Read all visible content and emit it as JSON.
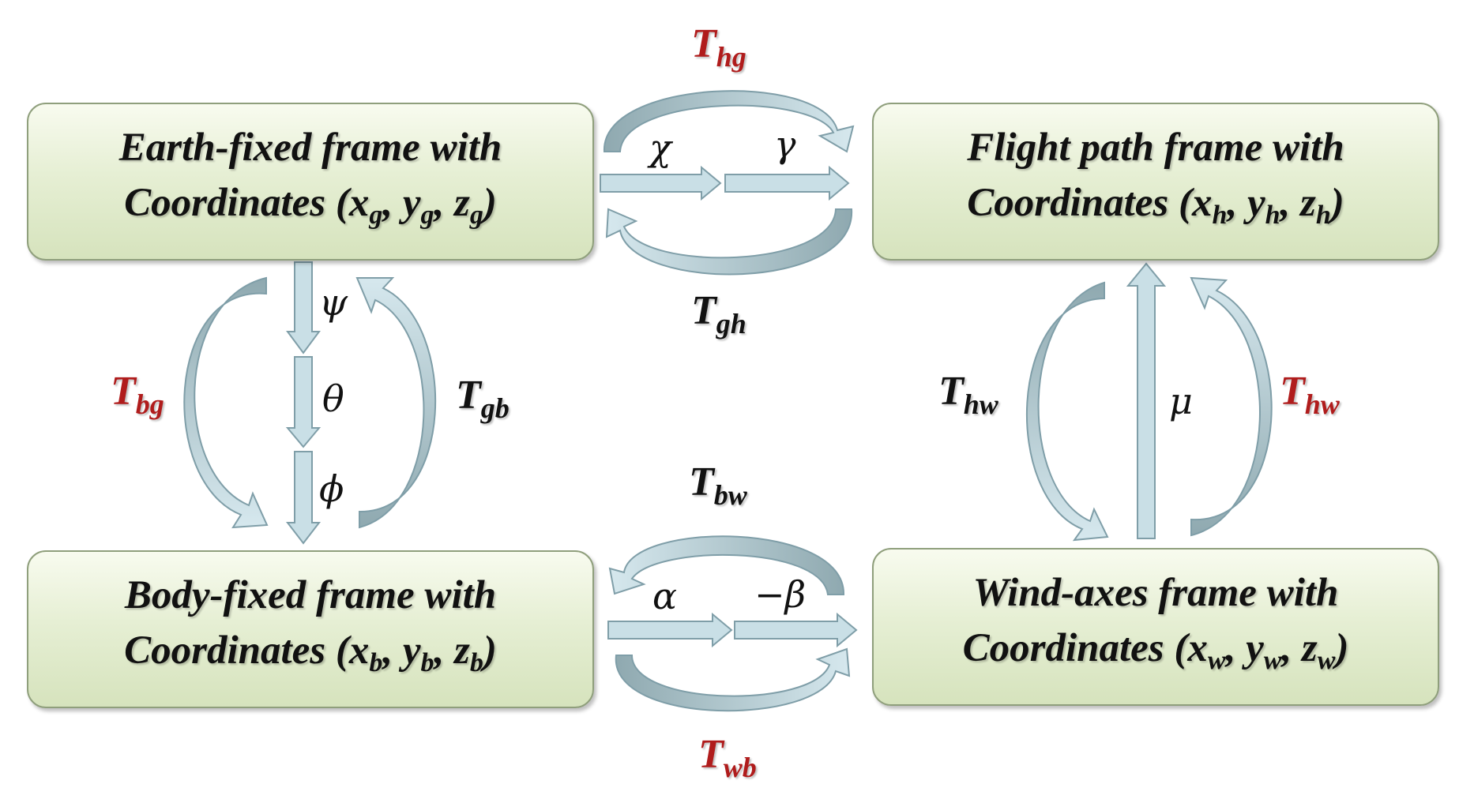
{
  "boxes": {
    "earth": {
      "line1": "Earth-fixed frame with",
      "coords_prefix": "Coordinates (",
      "x": "x",
      "y": "y",
      "z": "z",
      "sub": "g",
      "sep": ", ",
      "close": ")"
    },
    "flight": {
      "line1": "Flight path frame with",
      "coords_prefix": "Coordinates (",
      "x": "x",
      "y": "y",
      "z": "z",
      "sub": "h",
      "sep": ", ",
      "close": ")"
    },
    "body": {
      "line1": "Body-fixed frame with",
      "coords_prefix": "Coordinates (",
      "x": "x",
      "y": "y",
      "z": "z",
      "sub": "b",
      "sep": ", ",
      "close": ")"
    },
    "wind": {
      "line1": "Wind-axes frame with",
      "coords_prefix": "Coordinates (",
      "x": "x",
      "y": "y",
      "z": "z",
      "sub": "w",
      "sep": ", ",
      "close": ")"
    }
  },
  "transforms": {
    "hg": {
      "base": "T",
      "sub": "hg",
      "color": "#b01c1c"
    },
    "gh": {
      "base": "T",
      "sub": "gh",
      "color": "#111111"
    },
    "bg": {
      "base": "T",
      "sub": "bg",
      "color": "#b01c1c"
    },
    "gb": {
      "base": "T",
      "sub": "gb",
      "color": "#111111"
    },
    "bw": {
      "base": "T",
      "sub": "bw",
      "color": "#111111"
    },
    "wb": {
      "base": "T",
      "sub": "wb",
      "color": "#b01c1c"
    },
    "hw_left": {
      "base": "T",
      "sub": "hw",
      "color": "#111111"
    },
    "hw_right": {
      "base": "T",
      "sub": "hw",
      "color": "#b01c1c"
    }
  },
  "angles": {
    "chi": "χ",
    "gamma": "γ",
    "psi": "ψ",
    "theta": "θ",
    "phi": "ϕ",
    "alpha": "α",
    "minus_beta": "−β",
    "mu": "μ"
  },
  "colors": {
    "arrow_fill": "#c9dfe6",
    "arrow_stroke": "#7f9ea8",
    "arrow_dark": "#8fa9b0",
    "box_border": "#8f9f7c",
    "red_label": "#b01c1c"
  }
}
